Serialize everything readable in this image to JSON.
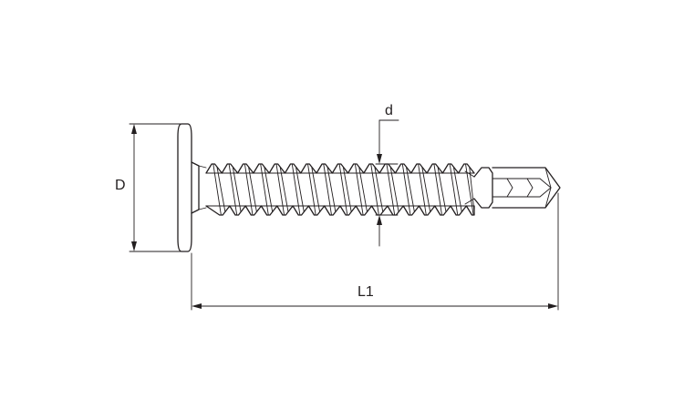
{
  "drawing": {
    "labels": {
      "head_diameter": "D",
      "thread_diameter": "d",
      "length": "L1"
    },
    "colors": {
      "line": "#231f20",
      "background": "#ffffff"
    },
    "thread_turns": 17
  }
}
